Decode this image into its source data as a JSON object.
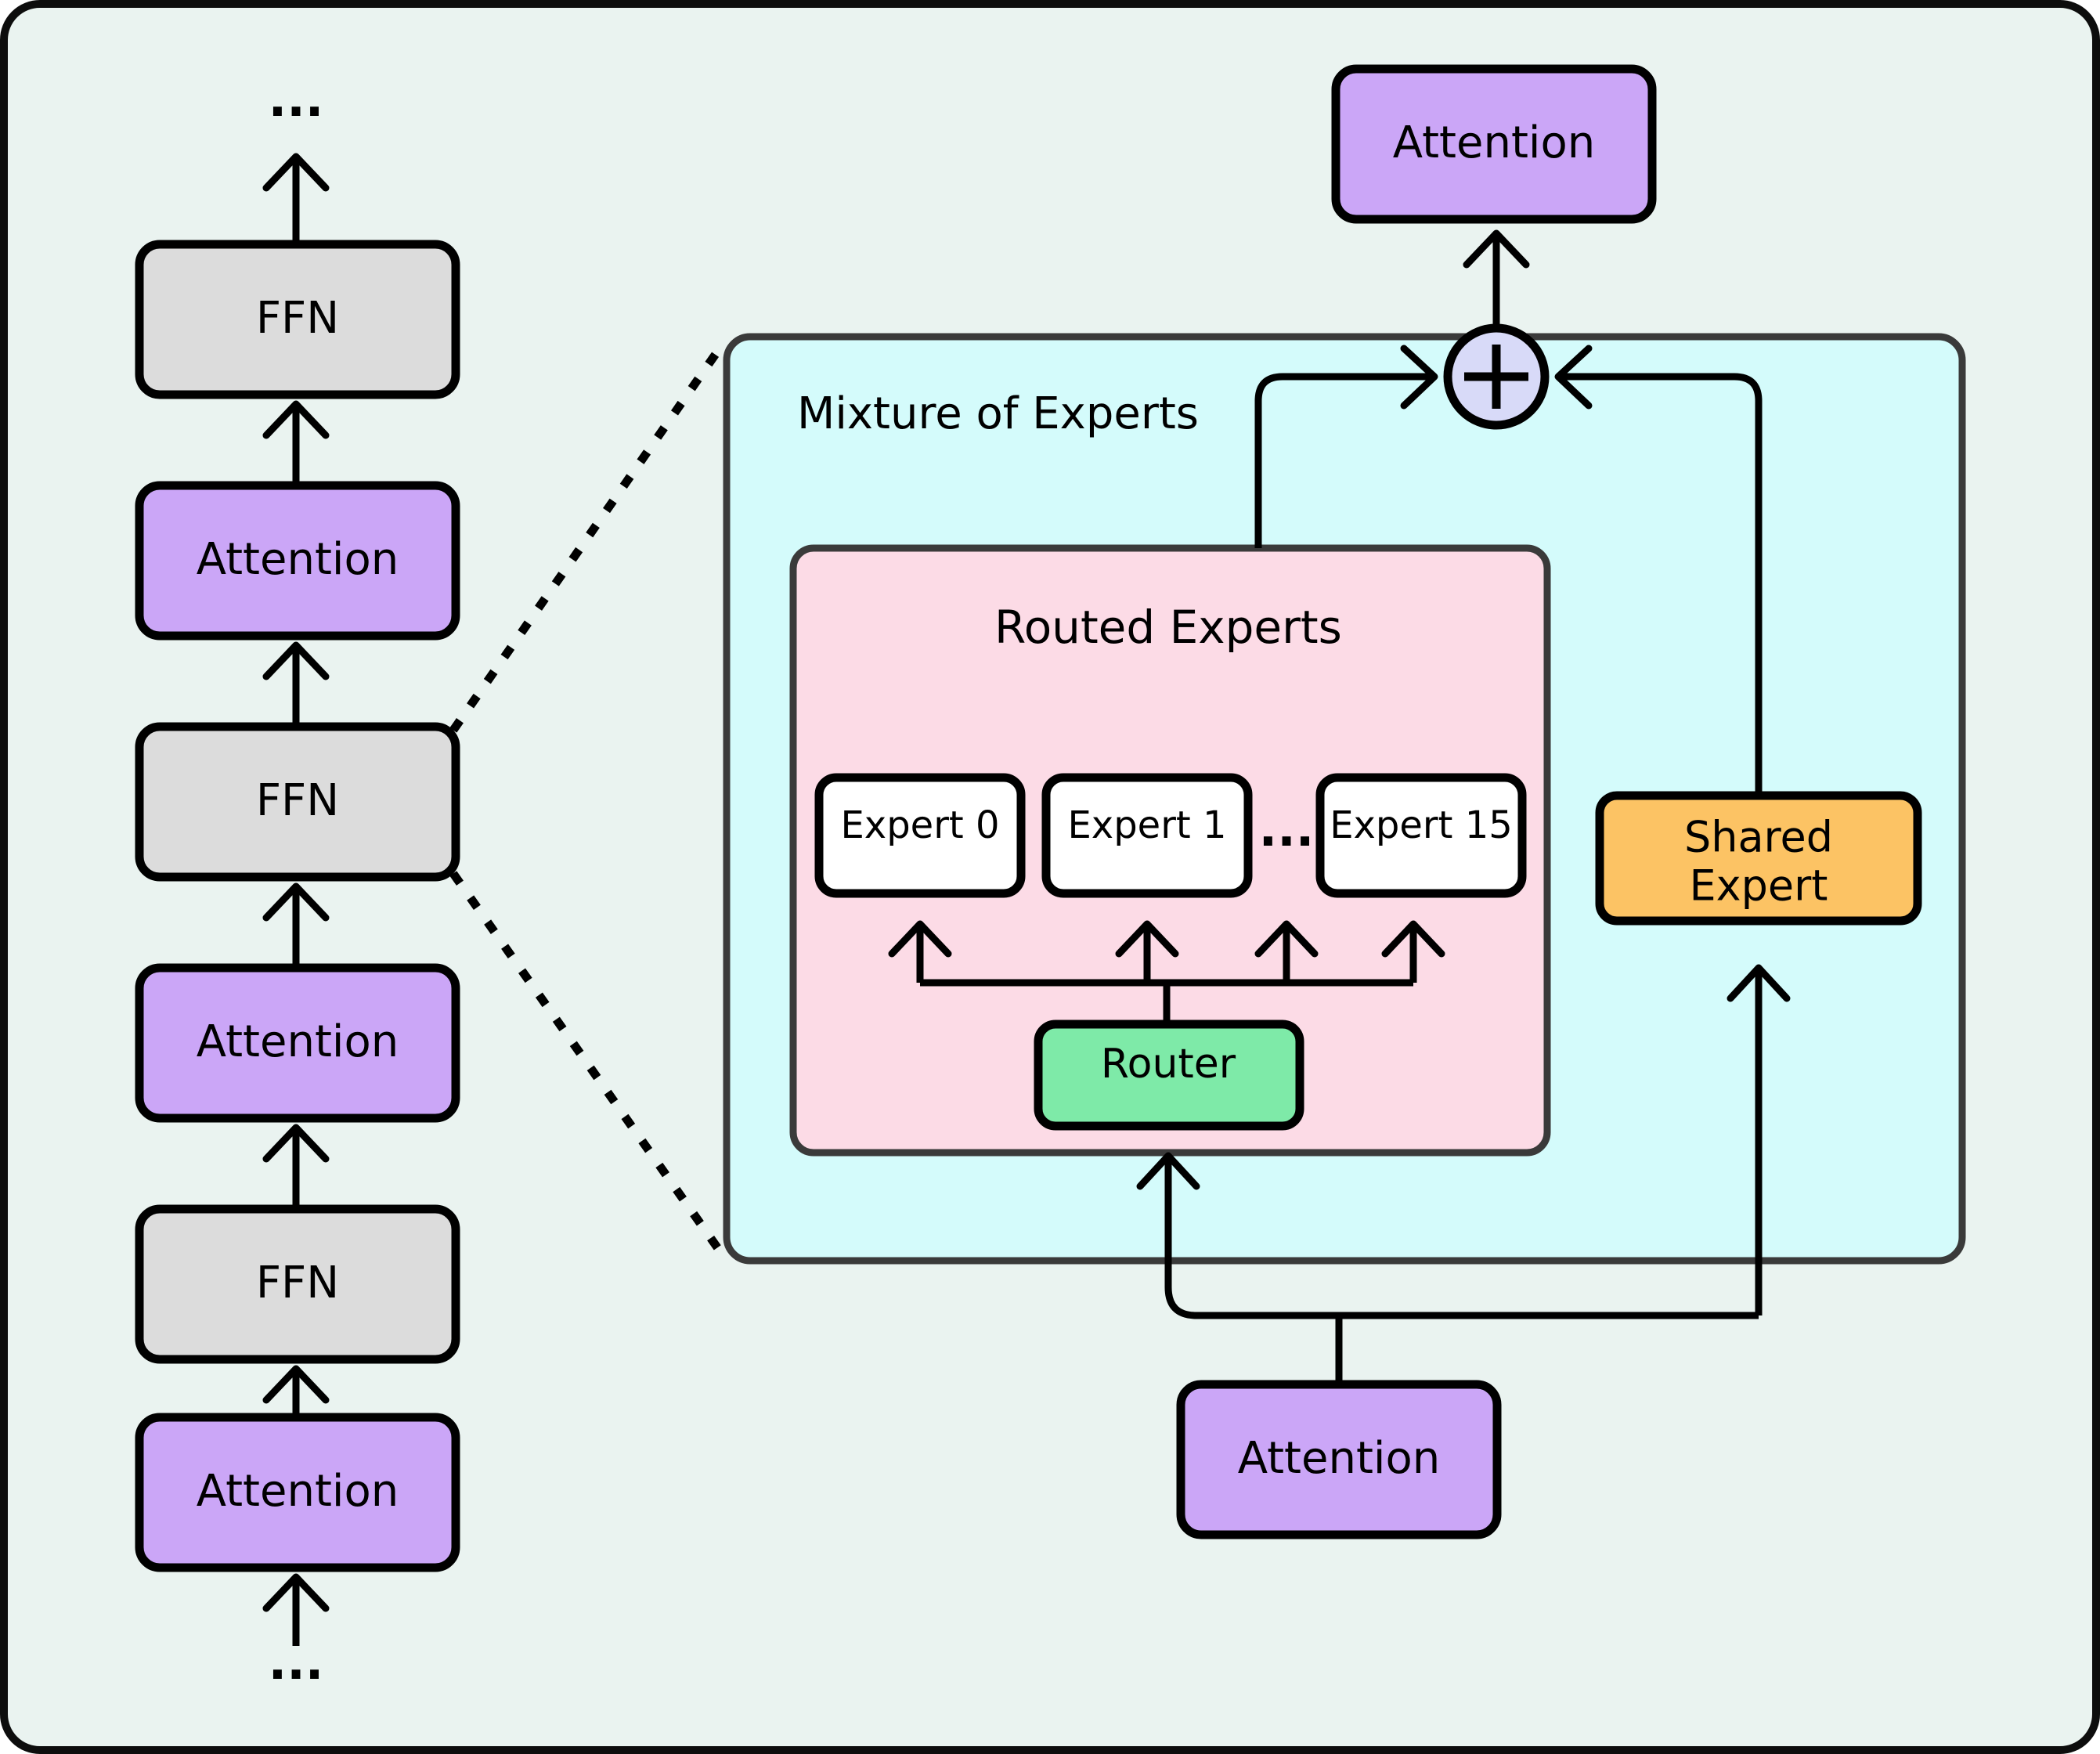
{
  "page": {
    "title": "Mixture of Experts transformer layer diagram",
    "background_color": "#eaf3f0",
    "frame_border_color": "#0d0d0d"
  },
  "palette": {
    "attention_fill": "#cba6f7",
    "ffn_fill": "#dcdcdc",
    "moe_fill": "#d4fbfb",
    "routed_experts_fill": "#fcdbe6",
    "expert_fill": "#ffffff",
    "router_fill": "#7eeaa8",
    "shared_expert_fill": "#fcc364",
    "adder_fill": "#d8daf8",
    "stroke": "#000000",
    "group_stroke": "#3a3a3a"
  },
  "left_stack": {
    "top_ellipsis": "...",
    "bottom_ellipsis": "...",
    "blocks": [
      {
        "label": "FFN",
        "type": "ffn"
      },
      {
        "label": "Attention",
        "type": "attention"
      },
      {
        "label": "FFN",
        "type": "ffn",
        "expanded": true
      },
      {
        "label": "Attention",
        "type": "attention"
      },
      {
        "label": "FFN",
        "type": "ffn"
      },
      {
        "label": "Attention",
        "type": "attention"
      }
    ]
  },
  "right_detail": {
    "top_attention": {
      "label": "Attention"
    },
    "adder": {
      "symbol": "+"
    },
    "moe_group": {
      "label": "Mixture of Experts"
    },
    "routed_experts_group": {
      "label": "Routed Experts"
    },
    "experts": [
      {
        "label": "Expert 0"
      },
      {
        "label": "Expert 1"
      },
      {
        "label": "..."
      },
      {
        "label": "Expert 15"
      }
    ],
    "router": {
      "label": "Router"
    },
    "shared_expert": {
      "label_line1": "Shared",
      "label_line2": "Expert"
    },
    "bottom_attention": {
      "label": "Attention"
    }
  }
}
